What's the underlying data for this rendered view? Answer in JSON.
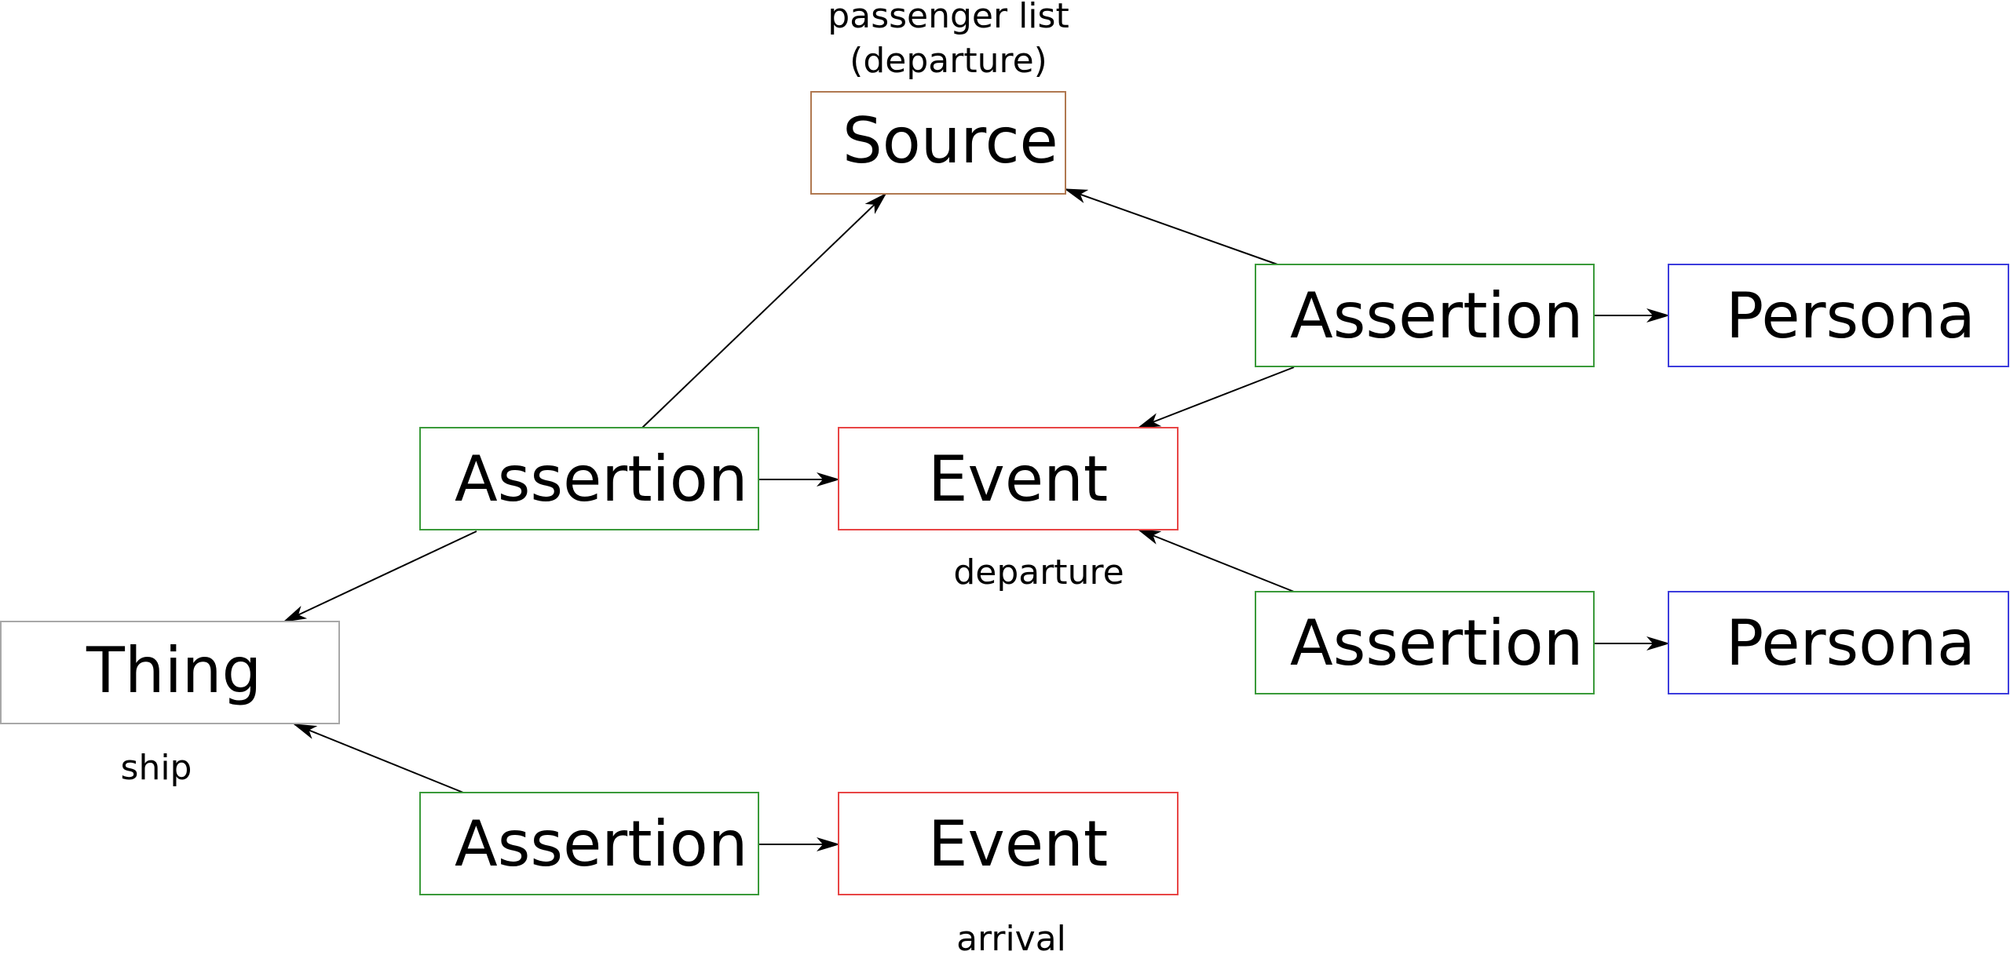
{
  "colors": {
    "source": "#b07850",
    "assertion": "#3a9a3a",
    "event": "#e84545",
    "persona": "#3c3cdc",
    "thing": "#a8a8a8",
    "edge": "#000000"
  },
  "nodes": {
    "source": {
      "label": "Source",
      "type": "source"
    },
    "assertion_top": {
      "label": "Assertion",
      "type": "assertion"
    },
    "persona_top": {
      "label": "Persona",
      "type": "persona"
    },
    "assertion_left": {
      "label": "Assertion",
      "type": "assertion"
    },
    "event_departure": {
      "label": "Event",
      "type": "event"
    },
    "thing": {
      "label": "Thing",
      "type": "thing"
    },
    "assertion_mid_right": {
      "label": "Assertion",
      "type": "assertion"
    },
    "persona_bottom": {
      "label": "Persona",
      "type": "persona"
    },
    "assertion_bottom": {
      "label": "Assertion",
      "type": "assertion"
    },
    "event_arrival": {
      "label": "Event",
      "type": "event"
    }
  },
  "captions": {
    "source_line1": "passenger list",
    "source_line2": "(departure)",
    "departure": "departure",
    "ship": "ship",
    "arrival": "arrival"
  },
  "edges": [
    {
      "from": "assertion_left",
      "to": "source"
    },
    {
      "from": "assertion_top",
      "to": "source"
    },
    {
      "from": "assertion_top",
      "to": "persona_top"
    },
    {
      "from": "assertion_top",
      "to": "event_departure"
    },
    {
      "from": "assertion_left",
      "to": "event_departure"
    },
    {
      "from": "assertion_left",
      "to": "thing"
    },
    {
      "from": "assertion_mid_right",
      "to": "event_departure"
    },
    {
      "from": "assertion_mid_right",
      "to": "persona_bottom"
    },
    {
      "from": "assertion_bottom",
      "to": "thing"
    },
    {
      "from": "assertion_bottom",
      "to": "event_arrival"
    }
  ]
}
